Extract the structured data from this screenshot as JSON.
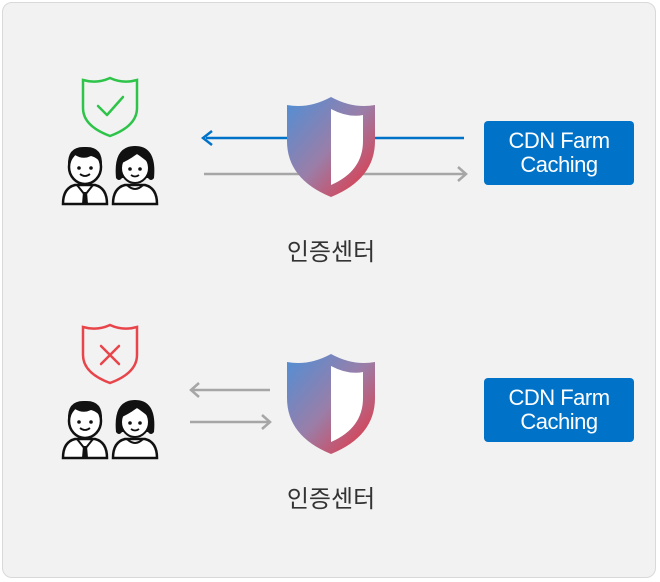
{
  "diagram": {
    "scenario_allowed": {
      "status_icon": "shield-check-icon",
      "status_color": "#2ec44a",
      "center_icon": "security-shield-icon",
      "center_label": "인증센터",
      "cdn_line1": "CDN Farm",
      "cdn_line2": "Caching"
    },
    "scenario_blocked": {
      "status_icon": "shield-x-icon",
      "status_color": "#e8454b",
      "center_icon": "security-shield-icon",
      "center_label": "인증센터",
      "cdn_line1": "CDN Farm",
      "cdn_line2": "Caching"
    },
    "colors": {
      "accent_blue": "#0073c9",
      "arrow_gray": "#a6a6a6",
      "shield_top": "#5b8fd0",
      "shield_bottom": "#e8383f"
    }
  }
}
